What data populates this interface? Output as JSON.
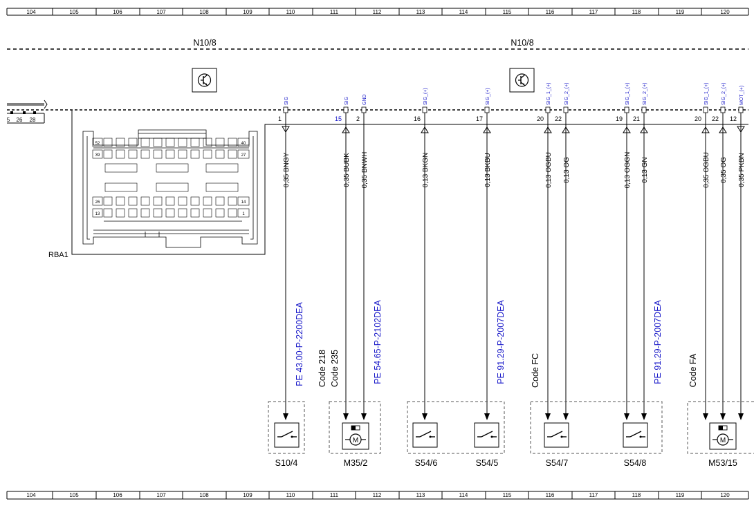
{
  "grid": [
    "104",
    "105",
    "106",
    "107",
    "108",
    "109",
    "110",
    "111",
    "112",
    "113",
    "114",
    "115",
    "116",
    "117",
    "118",
    "119",
    "120"
  ],
  "control_unit": {
    "name": "N10/8"
  },
  "left_connector_pins": [
    "5",
    "26",
    "28"
  ],
  "connector": {
    "label": "RBA1",
    "row_labels": [
      "52",
      "39",
      "26",
      "13"
    ],
    "right_labels": [
      "40",
      "27",
      "14",
      "1"
    ]
  },
  "pins": [
    {
      "num": "1",
      "sig": "SIG",
      "wire": "0,35 BNGY",
      "dir": "in"
    },
    {
      "num": "15",
      "sig": "SIG",
      "wire": "0,35 BUBK",
      "dir": "out",
      "blue_num": true
    },
    {
      "num": "2",
      "sig": "GND",
      "wire": "0,35 BNWH",
      "dir": "none"
    },
    {
      "num": "16",
      "sig": "SIG_(+)",
      "wire": "0,13 BKGN",
      "dir": "out"
    },
    {
      "num": "17",
      "sig": "SIG_(+)",
      "wire": "0,13 BKBU",
      "dir": "out"
    },
    {
      "num": "20",
      "sig": "SIG_1_(+)",
      "wire": "0,13 OGBU",
      "dir": "out"
    },
    {
      "num": "22",
      "sig": "SIG_2_(+)",
      "wire": "0,13 OG",
      "dir": "out"
    },
    {
      "num": "19",
      "sig": "SIG_1_(+)",
      "wire": "0,13 OGGN",
      "dir": "out"
    },
    {
      "num": "21",
      "sig": "SIG_2_(+)",
      "wire": "0,13 GN",
      "dir": "out"
    },
    {
      "num": "20",
      "sig": "SIG_1_(+)",
      "wire": "0,35 OGBU",
      "dir": "out"
    },
    {
      "num": "22",
      "sig": "SIG_2_(+)",
      "wire": "0,35 OG",
      "dir": "out"
    },
    {
      "num": "12",
      "sig": "MOT_(+)",
      "wire": "0,35 PKBN",
      "dir": "in"
    }
  ],
  "references": [
    "PE 43.00-P-2200DEA",
    "PE 54.65-P-2102DEA",
    "PE 91.29-P-2007DEA",
    "PE 91.29-P-2007DEA"
  ],
  "codes": {
    "m35_line1": "Code 218",
    "m35_line2": "Code 235",
    "s54_7": "Code FC",
    "m53": "Code FA"
  },
  "components": [
    "S10/4",
    "M35/2",
    "S54/6",
    "S54/5",
    "S54/7",
    "S54/8",
    "M53/15"
  ],
  "motor_symbol": "M",
  "colors": {
    "reference_blue": "#1515c8",
    "line": "#000000",
    "box_dash": "#555555"
  }
}
